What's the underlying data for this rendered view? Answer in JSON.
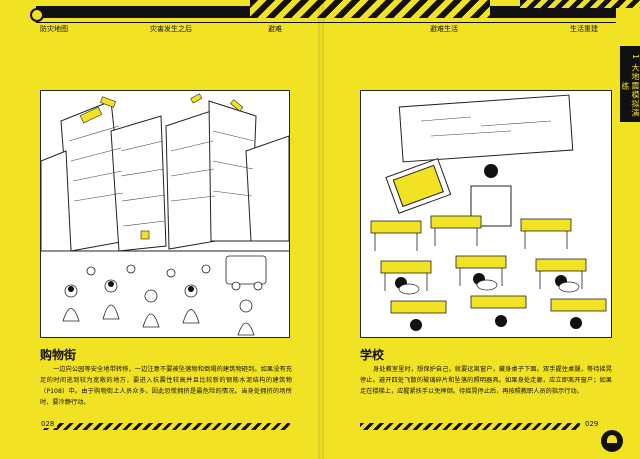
{
  "header": {
    "nav_left_1": "防灾地图",
    "nav_left_2": "灾害发生之后",
    "nav_left_3": "避难",
    "nav_right_1": "避难生活",
    "nav_right_2": "生活重建"
  },
  "side_tab": {
    "label": "1 大地震模拟演练"
  },
  "left_page": {
    "illustration": "shopping-street-earthquake-illustration",
    "heading": "购物街",
    "paragraph": "一边向公园等安全地带转移，一边注意不要被坠落物和倒塌的建筑物砸到。如果没有充足的时间逃到较为宽敞的地方，要进入抗震性较高并且比较新的钢筋水泥结构的建筑物（P108）中。由于购物街上人员众多，因此恐慌拥挤是最危险的情况。当身处拥挤的场所时，要冷静行动。",
    "page_number": "028"
  },
  "right_page": {
    "illustration": "school-classroom-earthquake-illustration",
    "heading": "学校",
    "paragraph": "身处教室里时，想保护自己，就要远离窗户，藏身桌子下面。双手握住桌腿，等待摇晃停止。避开四处飞散的玻璃碎片和坠落的照明器具。如果身处走廊，应立即离开窗户；如果走在楼梯上，应握紧扶手以免摔倒。待摇晃停止后，再按照教职人员的指示行动。",
    "page_number": "029"
  },
  "colors": {
    "page": "#f2e224",
    "ink": "#111111"
  }
}
